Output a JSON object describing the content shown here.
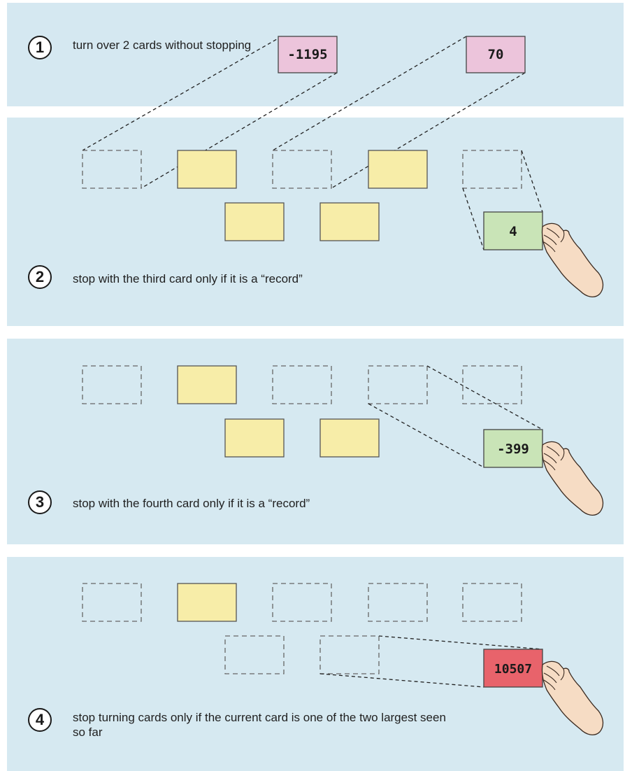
{
  "steps": [
    {
      "number": "1",
      "caption": "turn over 2 cards without stopping"
    },
    {
      "number": "2",
      "caption": "stop with the third card only if it is a “record”"
    },
    {
      "number": "3",
      "caption": "stop with the fourth card only if it is a “record”"
    },
    {
      "number": "4",
      "caption": "stop turning cards only if the current card is one of the two largest seen so far"
    }
  ],
  "cards": {
    "step1": [
      "-1195",
      "70"
    ],
    "step2": "4",
    "step3": "-399",
    "step4": "10507"
  },
  "colors": {
    "panel": "#d6e9f1",
    "face_down_card": "#f7eda8",
    "turned_card_step1": "#ecc4db",
    "held_card_green": "#c9e4b7",
    "held_card_red": "#e8636b",
    "hand": "#f6dcc4"
  }
}
